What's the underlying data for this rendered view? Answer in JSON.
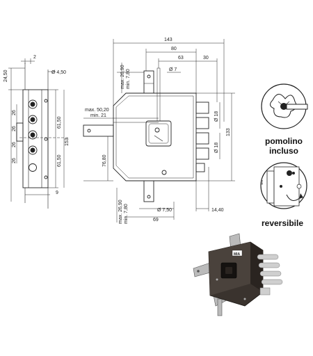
{
  "faceplate": {
    "dims": {
      "top_offset": "2",
      "top_height": "24,50",
      "hole_diameter": "Ø 4,50",
      "bolt_pitch_1": "26",
      "bolt_pitch_2": "26",
      "bolt_pitch_3": "26",
      "bolt_pitch_4": "26",
      "upper_half": "61,50",
      "lower_half": "61,50",
      "total_height": "153",
      "bottom_offset": "9"
    }
  },
  "lockbody": {
    "dims": {
      "width_total": "143",
      "width_80": "80",
      "width_63": "63",
      "width_30": "30",
      "bracket_top_max": "max. 26,90",
      "bracket_top_min": "min. 7,80",
      "spindle_diameter": "Ø 7",
      "backset_max": "max. 50,20",
      "backset_min": "min. 21",
      "height_133": "133",
      "bolt_diameter_1": "Ø 18",
      "bolt_diameter_2": "Ø 18",
      "center_76": "76,80",
      "bracket_bottom_max": "max. 26,90",
      "bracket_bottom_min": "min. 7,80",
      "hole_diameter": "Ø 7,50",
      "bottom_69": "69",
      "bolt_projection": "14,40"
    }
  },
  "labels": {
    "knob_included": "pomolino incluso",
    "reversible": "reversibile"
  },
  "product": {
    "brand_badge": "MIA"
  },
  "colors": {
    "line": "#222222",
    "lock_body": "#3a332e",
    "bolt_chrome": "#cfcfcf"
  }
}
